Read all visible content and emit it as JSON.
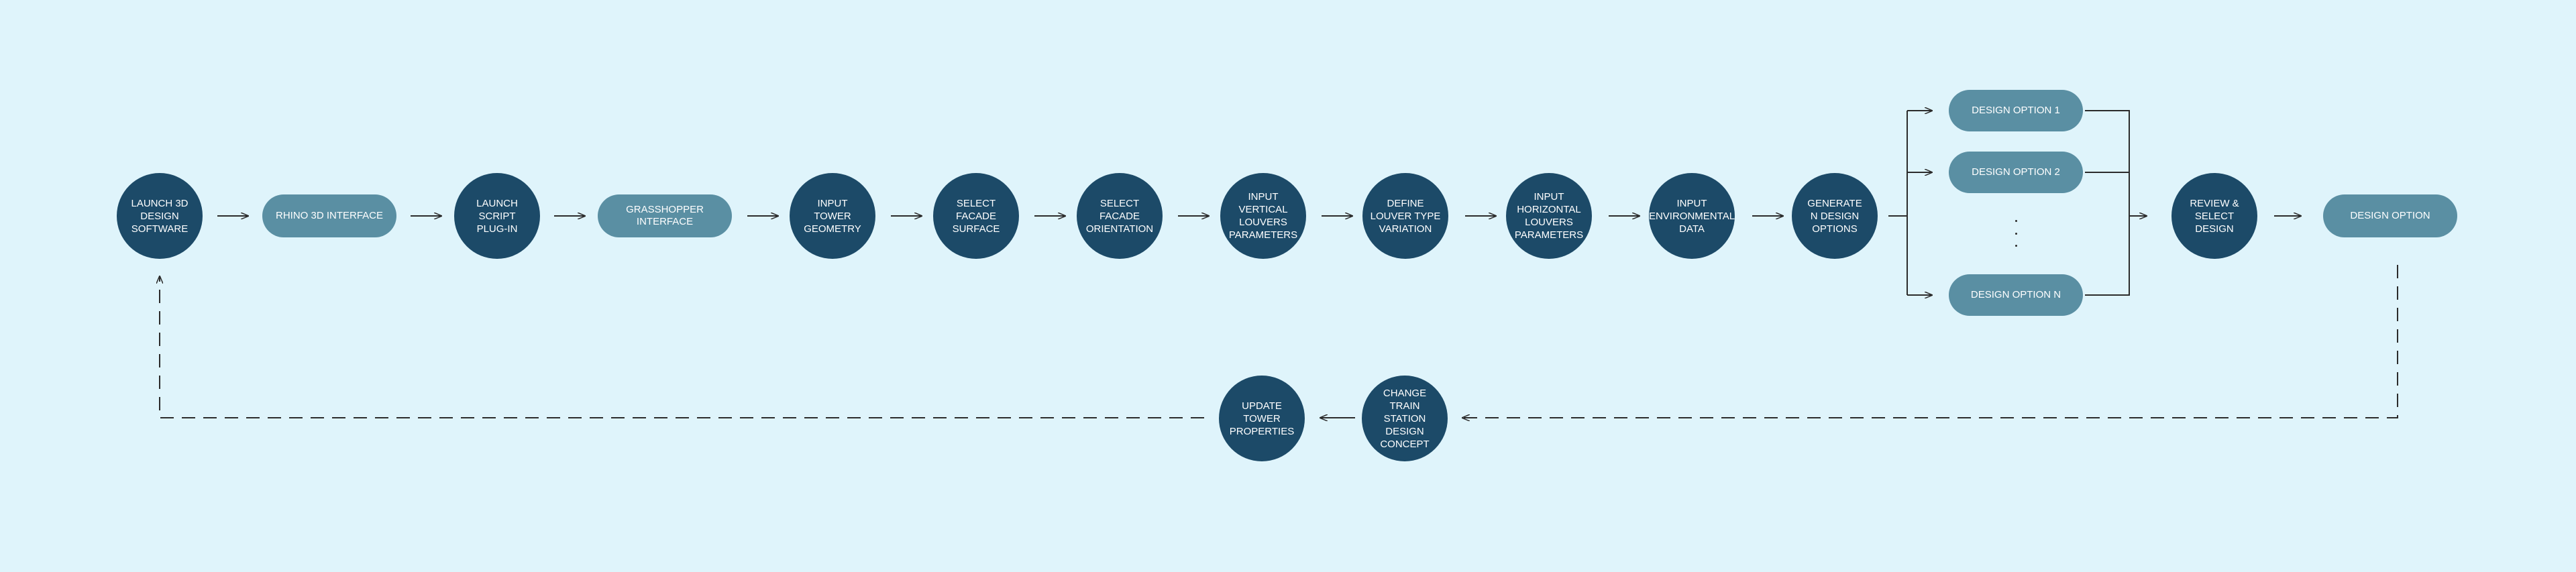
{
  "nodes": {
    "launch_3d": "LAUNCH 3D\nDESIGN\nSOFTWARE",
    "rhino": "RHINO 3D INTERFACE",
    "launch_script": "LAUNCH\nSCRIPT\nPLUG-IN",
    "grasshopper": "GRASSHOPPER INTERFACE",
    "input_tower": "INPUT\nTOWER\nGEOMETRY",
    "select_surface": "SELECT\nFACADE\nSURFACE",
    "select_orientation": "SELECT\nFACADE\nORIENTATION",
    "input_vertical": "INPUT\nVERTICAL\nLOUVERS\nPARAMETERS",
    "define_louver": "DEFINE\nLOUVER TYPE\nVARIATION",
    "input_horizontal": "INPUT\nHORIZONTAL\nLOUVERS\nPARAMETERS",
    "input_environmental": "INPUT\nENVIRONMENTAL\nDATA",
    "generate_options": "GENERATE\nn DESIGN\nOPTIONS",
    "option_1": "DESIGN OPTION 1",
    "option_2": "DESIGN OPTION 2",
    "option_n": "DESIGN OPTION n",
    "review_select": "REVIEW &\nSELECT\nDESIGN",
    "design_option": "DESIGN OPTION",
    "change_concept": "CHANGE\nTRAIN STATION\nDESIGN\nCONCEPT",
    "update_tower": "UPDATE\nTOWER\nPROPERTIES"
  },
  "colors": {
    "background": "#dff4fb",
    "circle_fill": "#1c4a68",
    "pill_fill": "#5a8fa3",
    "text": "#ffffff",
    "line": "#2b2b2b"
  }
}
